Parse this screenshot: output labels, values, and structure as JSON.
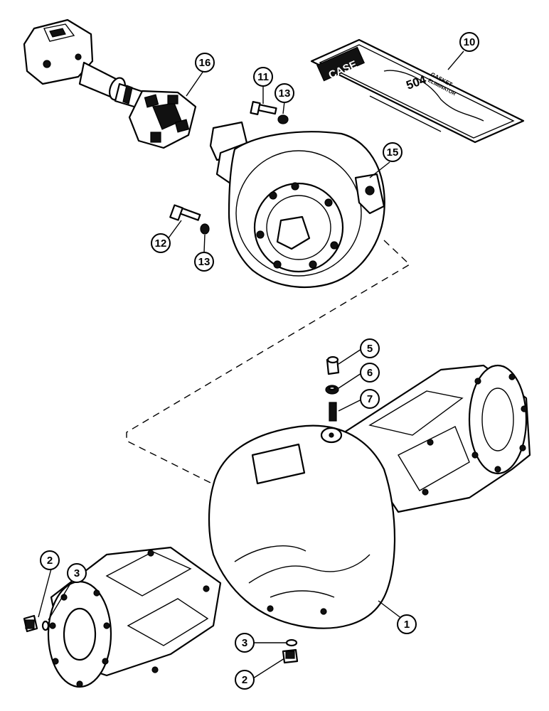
{
  "kit": {
    "brand": "CASE",
    "product": "504",
    "line1": "GASKET",
    "line2": "ELIMINATOR"
  },
  "callouts": [
    "1",
    "2",
    "3",
    "5",
    "6",
    "7",
    "10",
    "11",
    "12",
    "13",
    "15",
    "16"
  ],
  "colors": {
    "ink": "#000000",
    "paper": "#ffffff"
  }
}
